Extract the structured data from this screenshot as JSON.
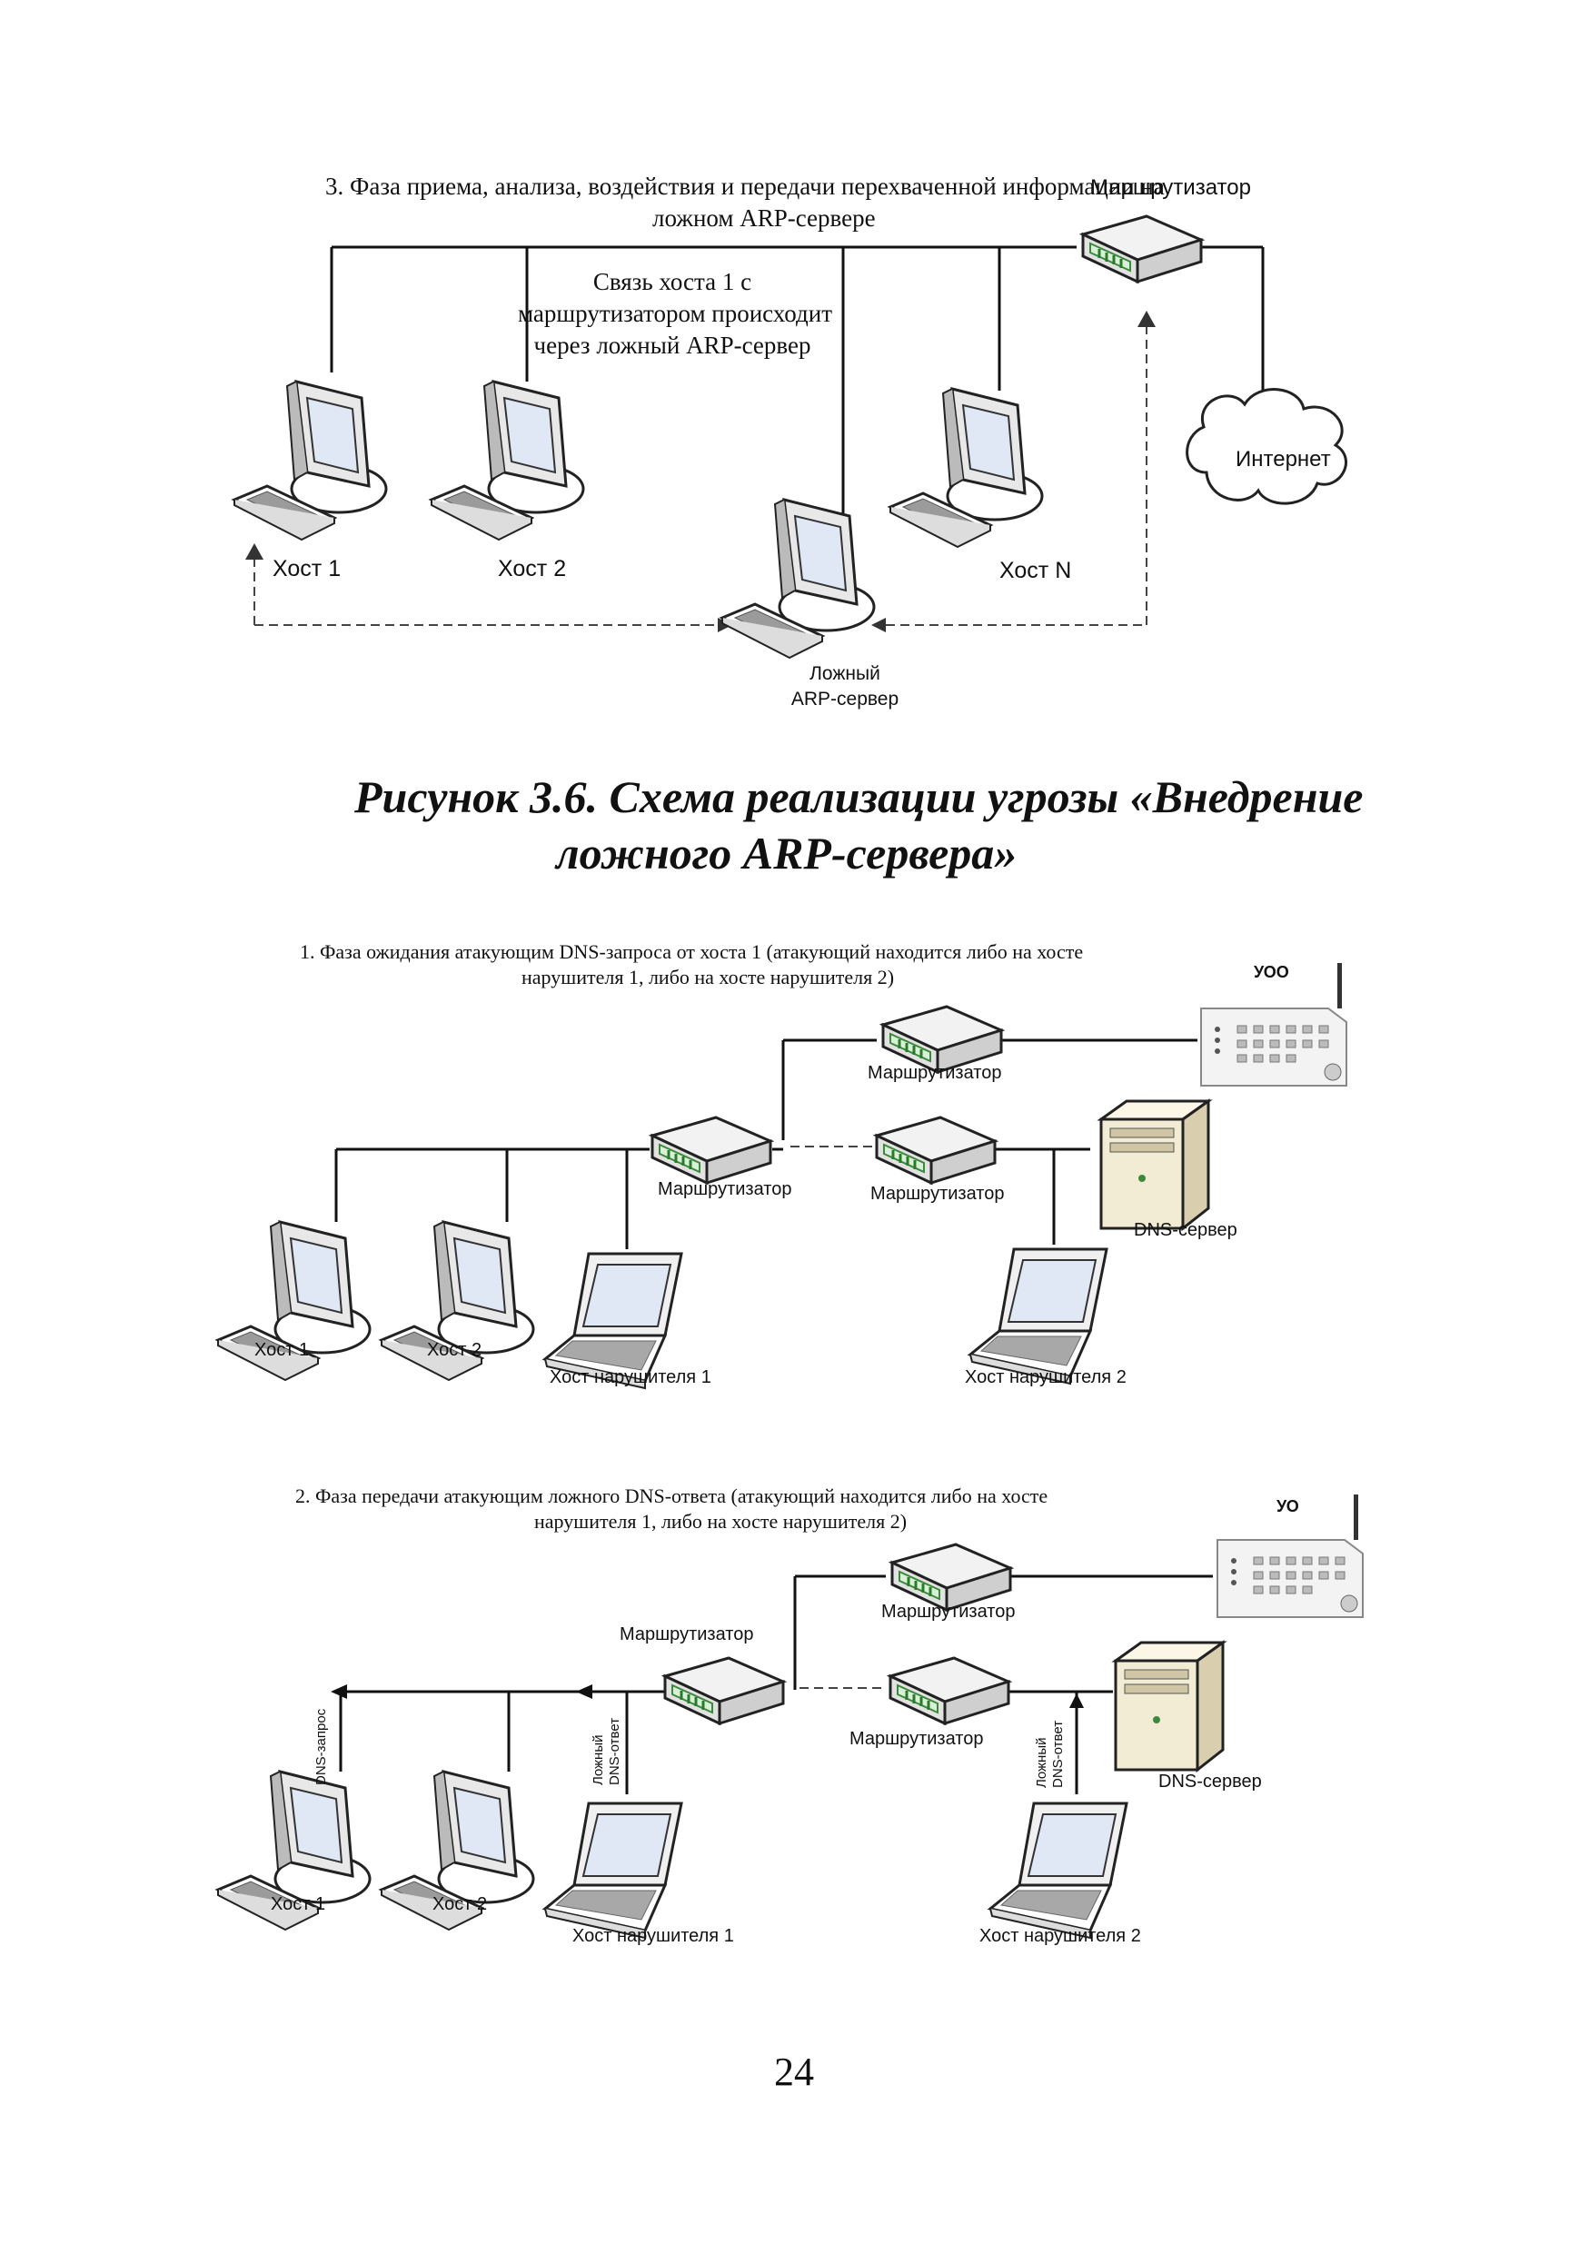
{
  "figure1": {
    "phase_line1": "3. Фаза приема, анализа, воздействия и передачи перехваченной информации на",
    "phase_line2": "ложном ARP-сервере",
    "note_line1": "Связь хоста 1 с",
    "note_line2": "маршрутизатором происходит",
    "note_line3": "через ложный ARP-сервер",
    "router_label": "Маршрутизатор",
    "internet_label": "Интернет",
    "host1_label": "Хост 1",
    "host2_label": "Хост 2",
    "hostN_label": "Хост N",
    "fake_server_line1": "Ложный",
    "fake_server_line2": "ARP-сервер"
  },
  "caption": {
    "line1": "Рисунок 3.6. Схема реализации угрозы «Внедрение",
    "line2": "ложного ARP-сервера»"
  },
  "figure2": {
    "phase_line1": "1. Фаза ожидания атакующим DNS-запроса от хоста 1 (атакующий находится либо на хосте",
    "phase_line2": "нарушителя 1, либо на хосте нарушителя 2)",
    "device_label": "УОО",
    "router_top_label": "Маршрутизатор",
    "router_left_label": "Маршрутизатор",
    "router_right_label": "Маршрутизатор",
    "dns_server_label": "DNS-сервер",
    "host1_label": "Хост 1",
    "host2_label": "Хост 2",
    "intruder1_label": "Хост нарушителя 1",
    "intruder2_label": "Хост нарушителя 2"
  },
  "figure3": {
    "phase_line1": "2. Фаза передачи атакующим ложного DNS-ответа (атакующий находится либо на хосте",
    "phase_line2": "нарушителя 1, либо на хосте нарушителя 2)",
    "device_label": "УО",
    "router_top_label": "Маршрутизатор",
    "router_left_label": "Маршрутизатор",
    "router_right_label": "Маршрутизатор",
    "dns_server_label": "DNS-сервер",
    "dns_request_label": "DNS-запрос",
    "fake_dns_answer_label1_line1": "Ложный",
    "fake_dns_answer_label1_line2": "DNS-ответ",
    "fake_dns_answer_label2_line1": "Ложный",
    "fake_dns_answer_label2_line2": "DNS-ответ",
    "host1_label": "Хост 1",
    "host2_label": "Хост 2",
    "intruder1_label": "Хост нарушителя 1",
    "intruder2_label": "Хост нарушителя 2"
  },
  "page_number": "24"
}
